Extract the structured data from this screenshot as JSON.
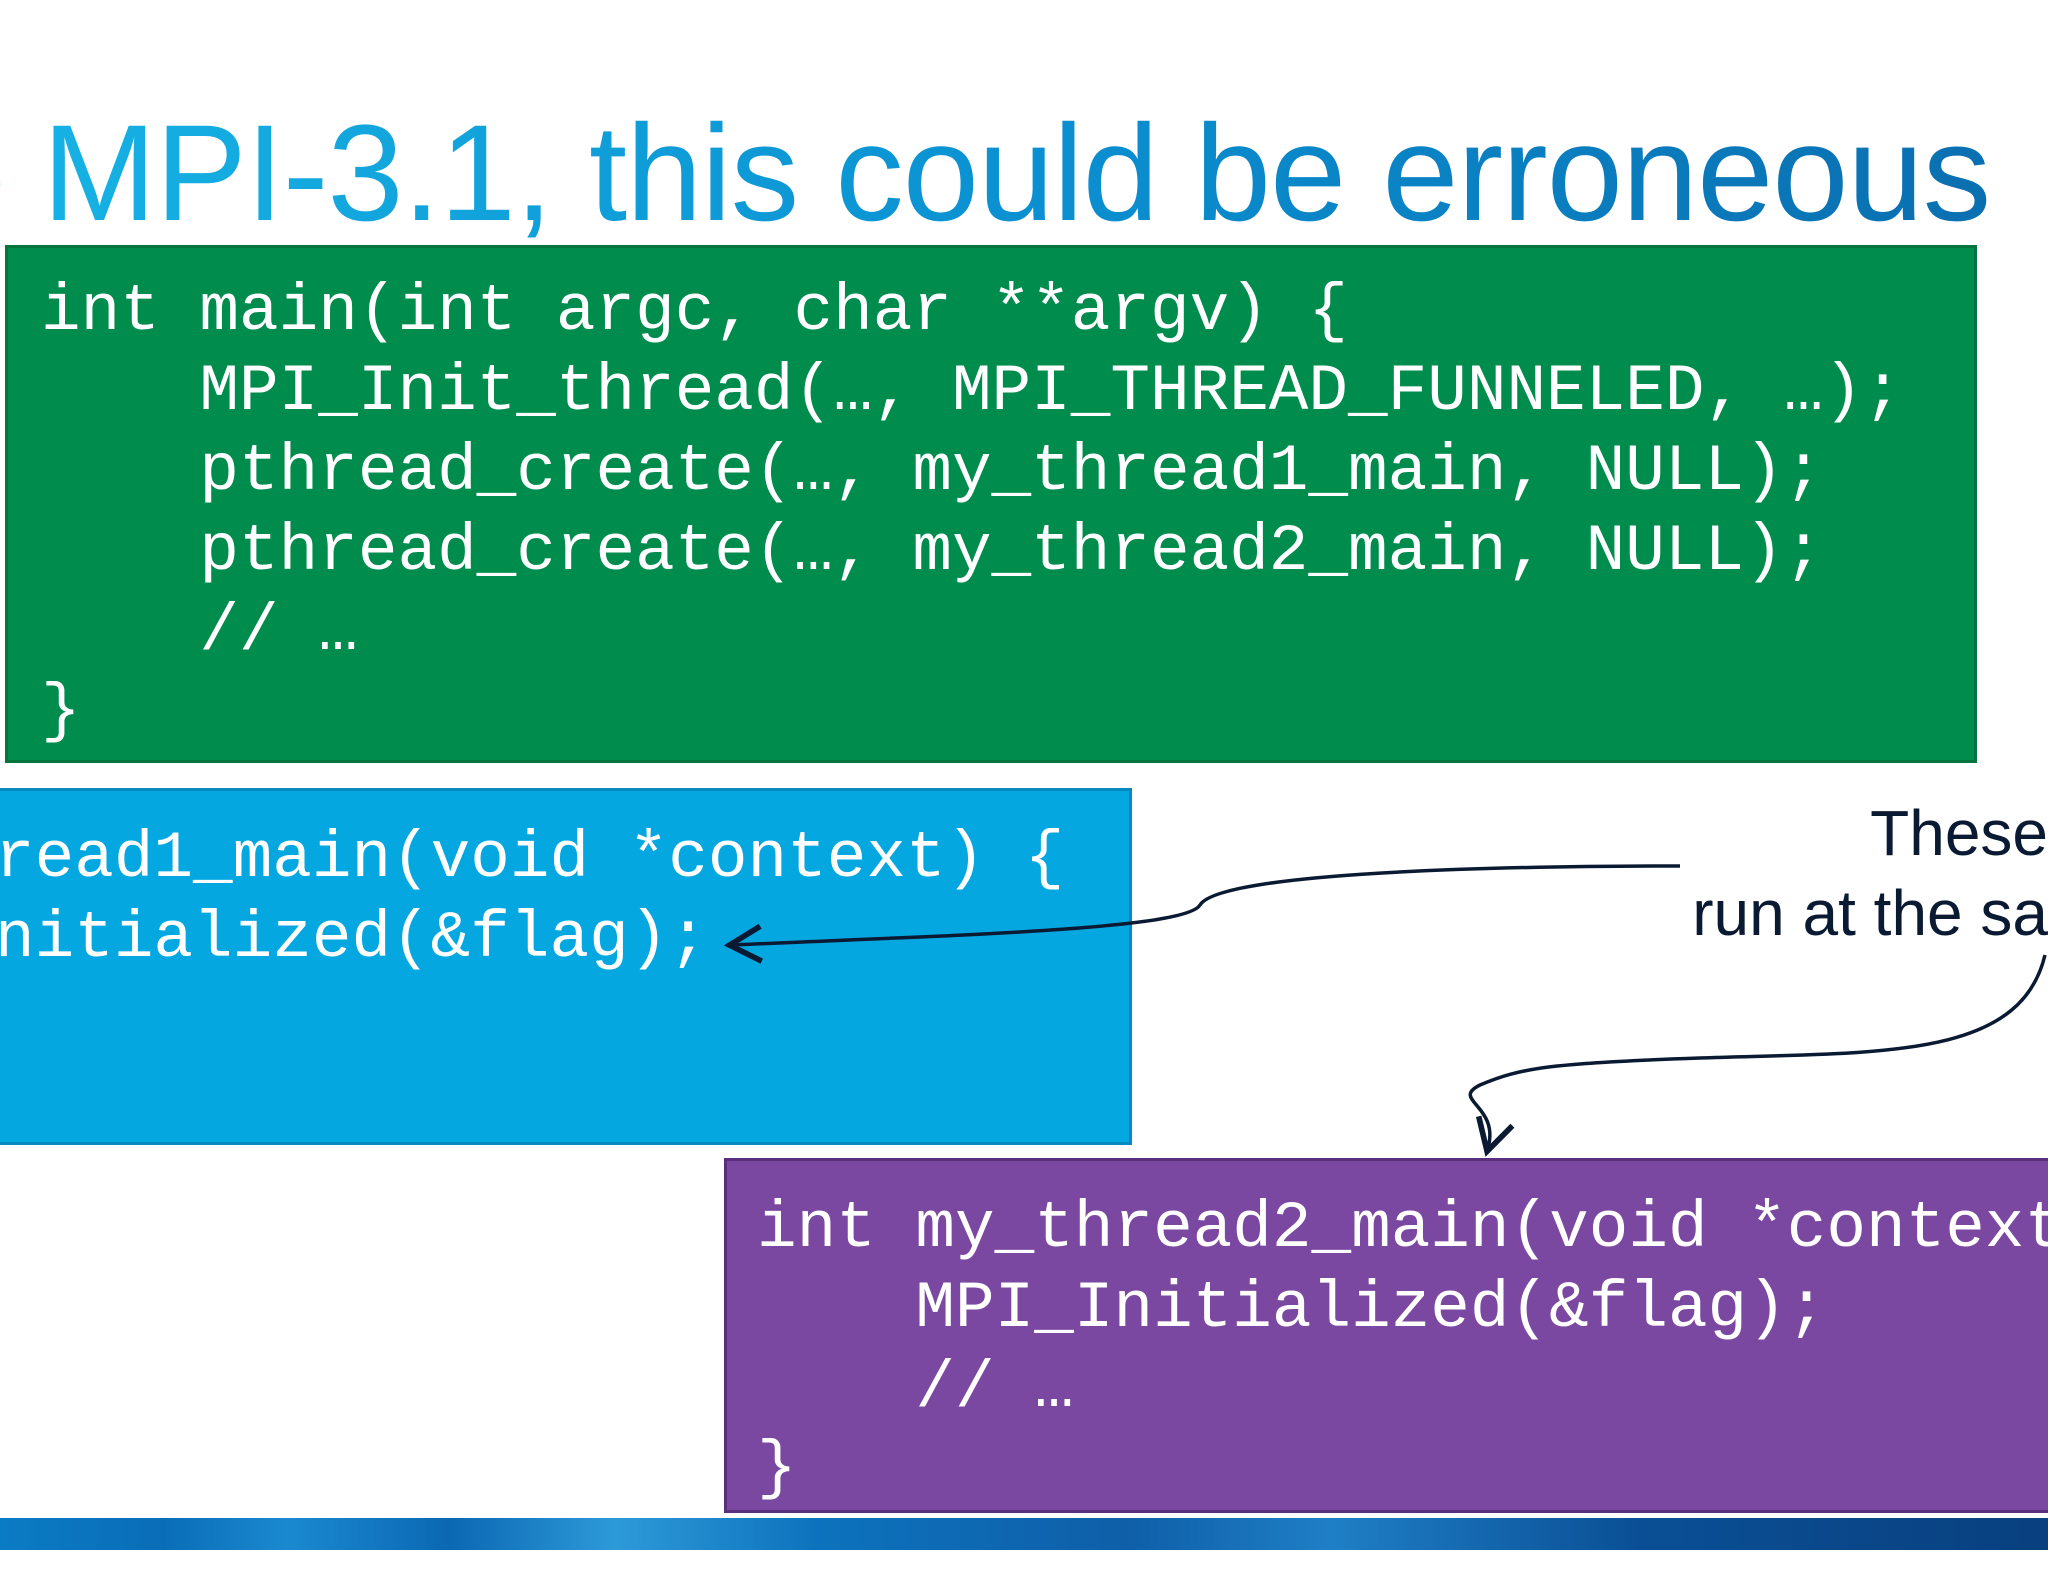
{
  "slide": {
    "title": "e MPI-3.1, this could be erroneous"
  },
  "main_code": {
    "lines": [
      "int main(int argc, char **argv) {",
      "    MPI_Init_thread(…, MPI_THREAD_FUNNELED, …);",
      "    pthread_create(…, my_thread1_main, NULL);",
      "    pthread_create(…, my_thread2_main, NULL);",
      "    // …",
      "}"
    ]
  },
  "thread1_code": {
    "lines": [
      "read1_main(void *context) {",
      "nitialized(&flag);"
    ]
  },
  "thread2_code": {
    "lines": [
      "int my_thread2_main(void *context",
      "    MPI_Initialized(&flag);",
      "    // …",
      "}"
    ]
  },
  "callout": {
    "line1": "These",
    "line2": "run at the sa"
  },
  "colors": {
    "title_gradient_start": "#18b5e6",
    "title_gradient_end": "#0a6fb0",
    "main_box": "#008c4d",
    "thread1_box": "#04a7e0",
    "thread2_box": "#7a48a0",
    "callout_text": "#0b1a33",
    "footer_bar": "#0a6db8"
  }
}
